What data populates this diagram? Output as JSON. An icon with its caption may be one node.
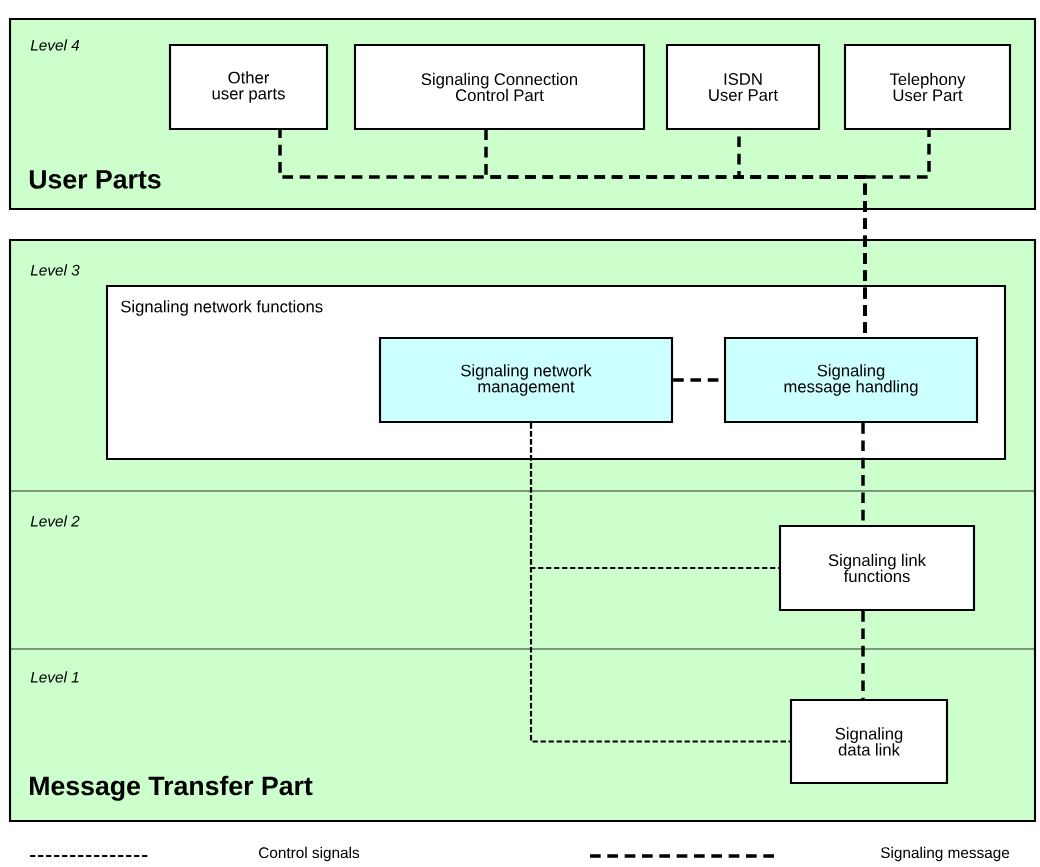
{
  "diagram": {
    "nodes": [
      {
        "text": [
          "User Parts"
        ]
      },
      {
        "text": [
          "Other user parts"
        ],
        "in": 0
      },
      {
        "text": [
          "Signaling Connection Control Part"
        ],
        "in": 0
      },
      {
        "text": [
          "ISDN User Part"
        ],
        "in": 0
      },
      {
        "text": [
          "Telephony User Part"
        ],
        "in": 0
      },
      {
        "text": [
          "Message Transfer Part"
        ]
      },
      {
        "text": [
          "Signaling network functions"
        ],
        "in": 5
      },
      {
        "text": [
          "Signaling network management"
        ],
        "in": 6
      },
      {
        "text": [
          "Signaling message handling"
        ],
        "in": 6
      },
      {
        "text": [
          "Signaling link functions"
        ],
        "in": 5
      },
      {
        "text": [
          "Signaling data link"
        ],
        "in": 5
      }
    ],
    "edges": [
      {
        "from": 1,
        "to": 8,
        "arrow": "none"
      },
      {
        "from": 2,
        "to": 8,
        "arrow": "none"
      },
      {
        "from": 3,
        "to": 8,
        "arrow": "none"
      },
      {
        "from": 4,
        "to": 8,
        "arrow": "none"
      },
      {
        "from": 7,
        "to": 8,
        "arrow": "none"
      },
      {
        "from": 8,
        "to": 9,
        "arrow": "none"
      },
      {
        "from": 9,
        "to": 10,
        "arrow": "none"
      },
      {
        "from": 7,
        "to": 9,
        "arrow": "none",
        "style": "dashed"
      },
      {
        "from": 7,
        "to": 10,
        "arrow": "none",
        "style": "dashed"
      }
    ],
    "labels": [
      "Level 4",
      "Level 3",
      "Level 2",
      "Level 1"
    ],
    "legend": [
      {
        "text": "Control signals"
      },
      {
        "text": "Signaling message"
      }
    ]
  }
}
